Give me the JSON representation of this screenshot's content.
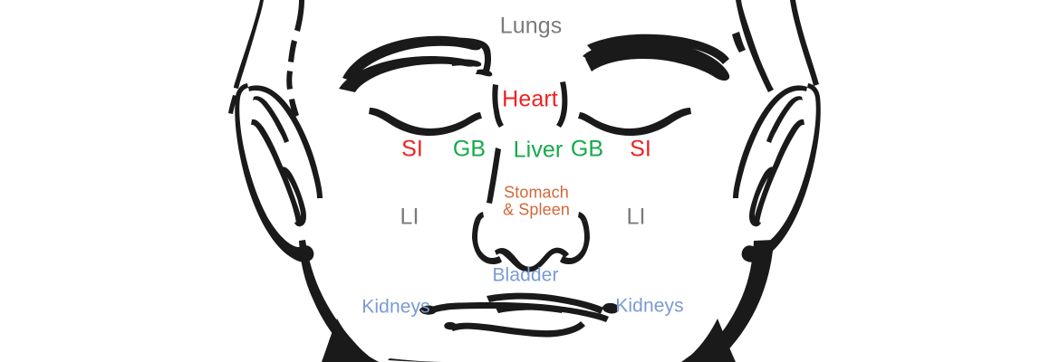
{
  "diagram": {
    "title": "Traditional Chinese Medicine Face Organ Map",
    "background_color": "#ffffff",
    "ink_color": "#1a1a1a",
    "colors": {
      "gray": "#7a7a7a",
      "red": "#ee2222",
      "green": "#16a94a",
      "orange": "#d2673a",
      "blue": "#7b9bd4"
    }
  },
  "labels": {
    "lungs": "Lungs",
    "heart": "Heart",
    "si_left": "SI",
    "gb_left": "GB",
    "liver": "Liver",
    "gb_right": "GB",
    "si_right": "SI",
    "stomach_spleen_line1": "Stomach",
    "stomach_spleen_line2": "& Spleen",
    "li_left": "LI",
    "li_right": "LI",
    "bladder": "Bladder",
    "kidneys_left": "Kidneys",
    "kidneys_right": "Kidneys"
  }
}
